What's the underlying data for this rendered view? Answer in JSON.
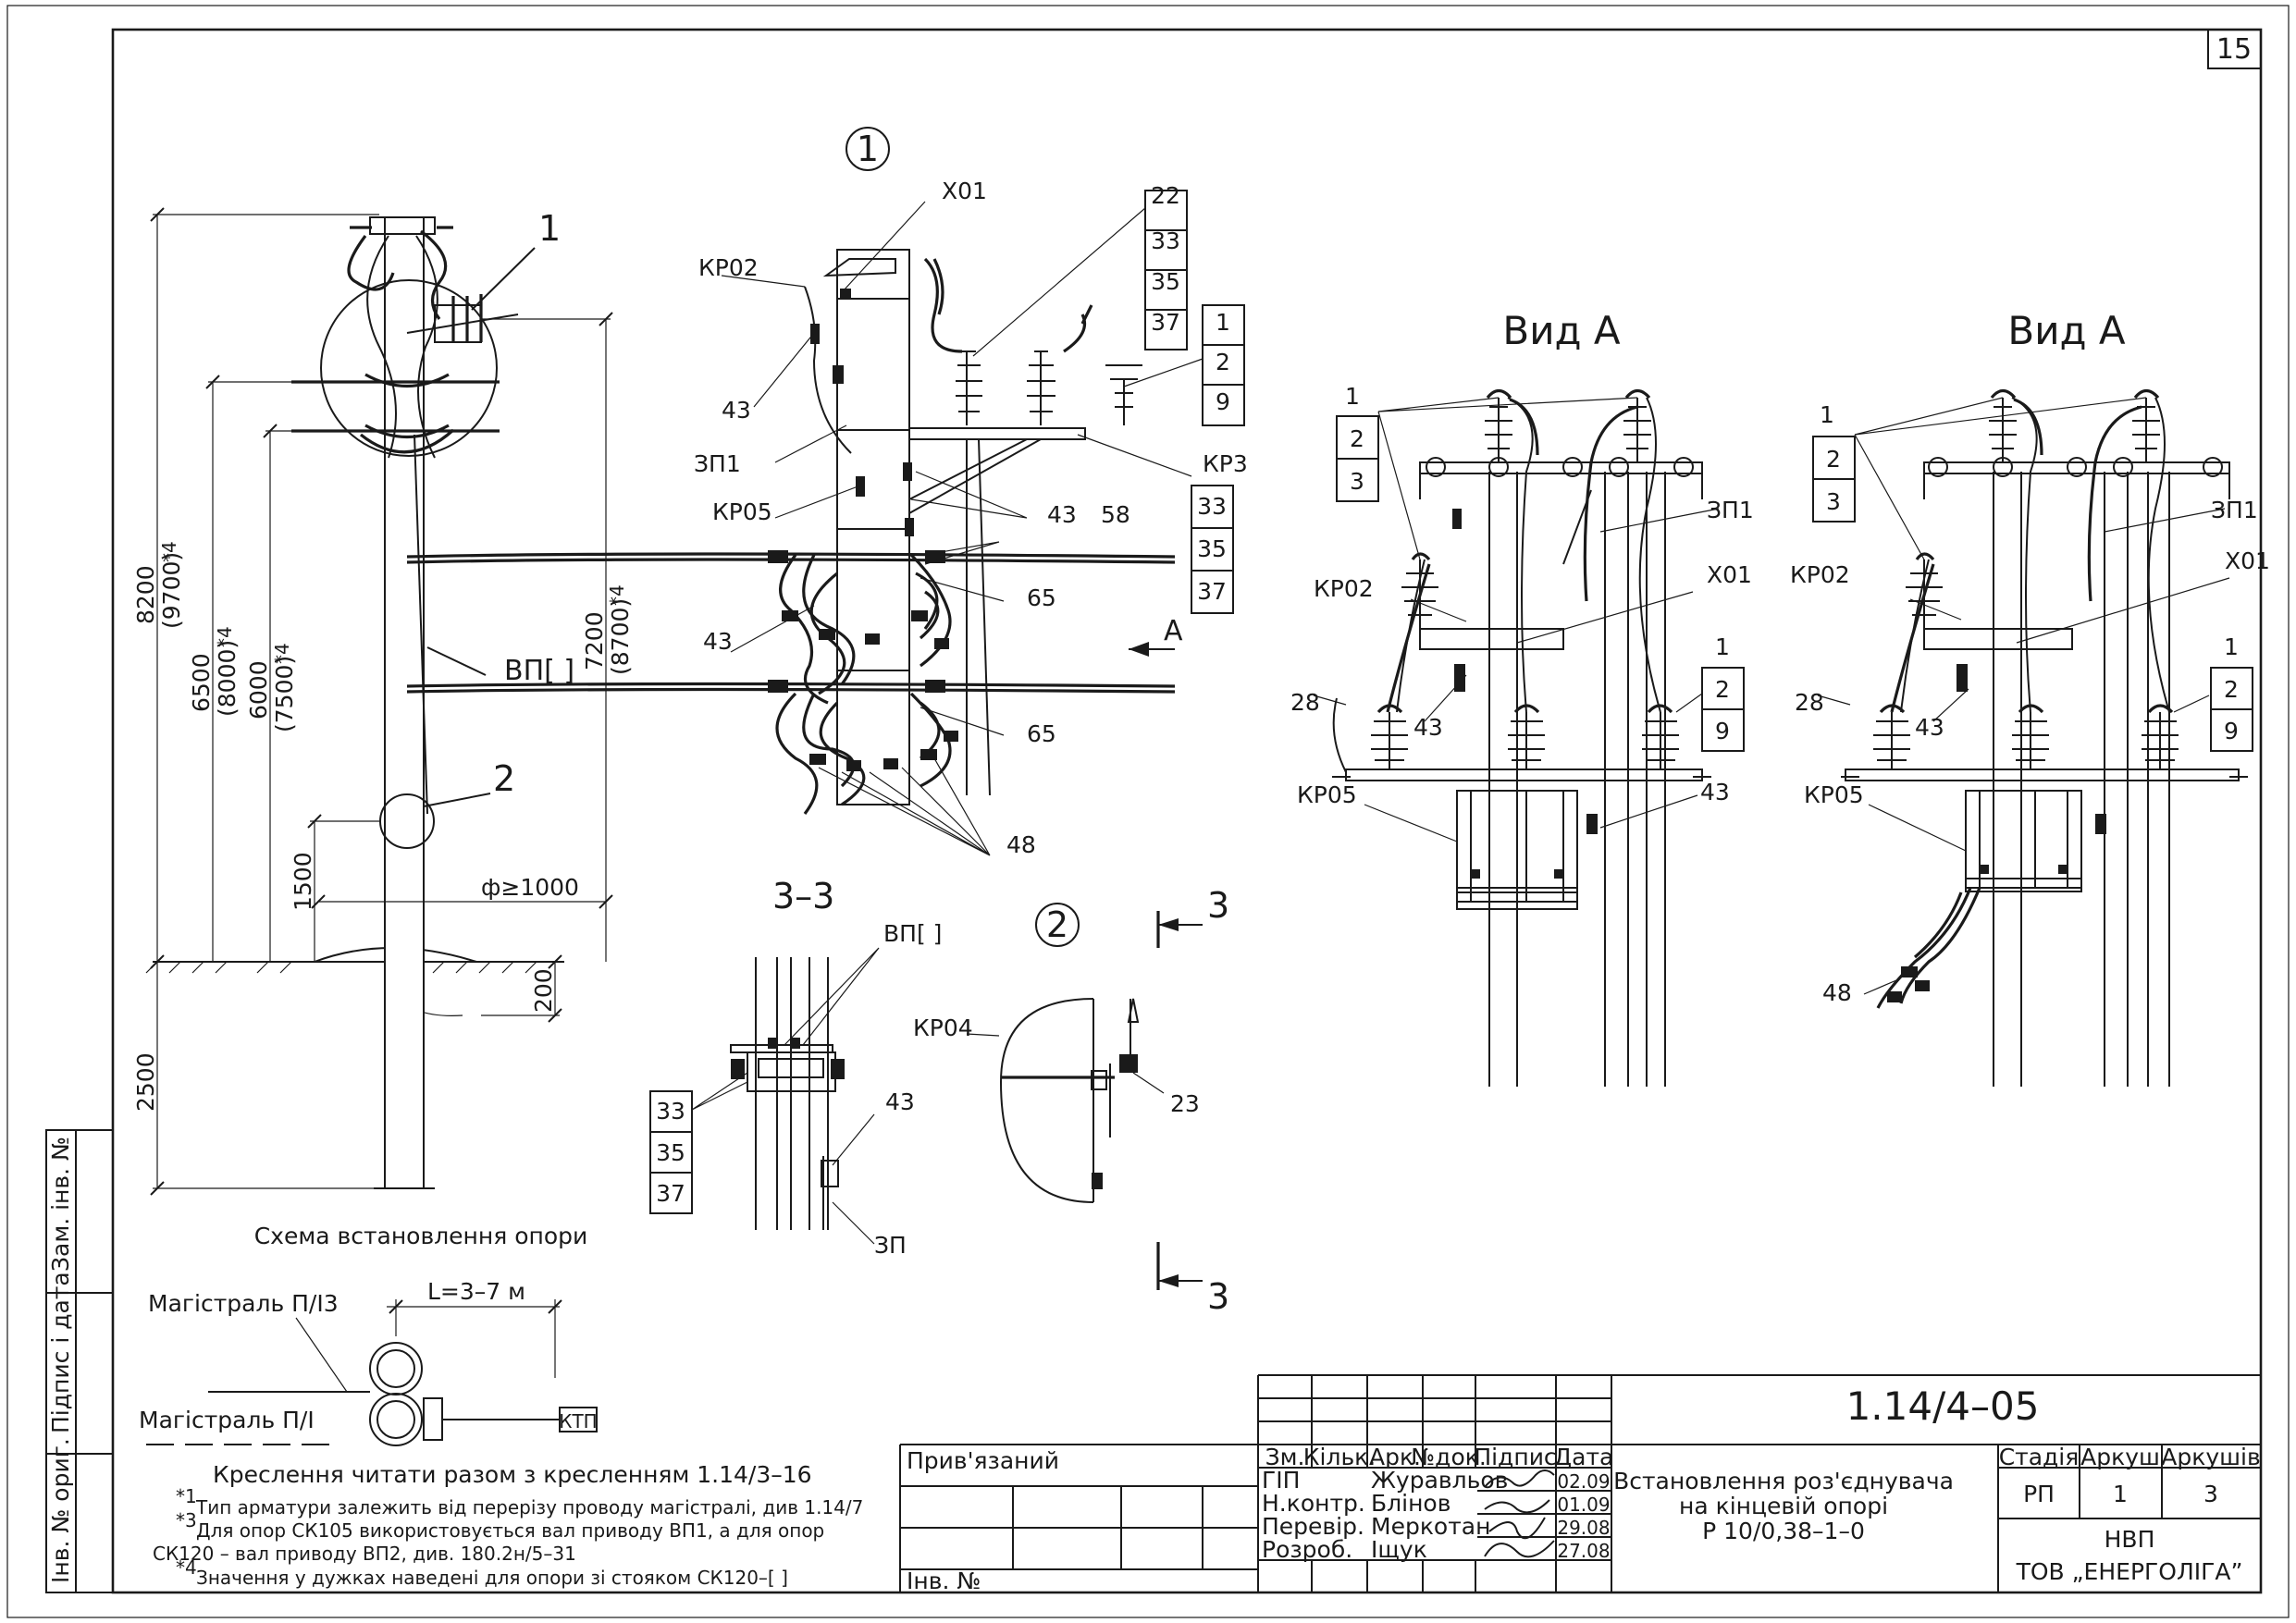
{
  "sheet": {
    "page_number": "15",
    "side_fields": [
      "Інв. № ориг.",
      "Підпис і дата",
      "Зам. інв. №"
    ]
  },
  "scheme": {
    "caption": "Схема встановлення опори",
    "callouts": [
      "1",
      "2"
    ],
    "wire_label": "ВП[  ]",
    "diameter_label": "ф≥1000",
    "dims": {
      "d8200": "8200",
      "d8200_alt": "(9700)",
      "d6500": "6500",
      "d6500_alt": "(8000)",
      "d6000": "6000",
      "d6000_alt": "(7500)",
      "d7200": "7200",
      "d7200_alt": "(8700)",
      "d1500": "1500",
      "d2500": "2500",
      "d200": "200",
      "mark": "*4"
    }
  },
  "detail1": {
    "circle_label": "1",
    "labels": {
      "x01": "Х01",
      "kp02": "КР02",
      "l43a": "43",
      "zp1": "ЗП1",
      "kp05": "КР05",
      "l43b": "43",
      "l43c": "43",
      "l58": "58",
      "l65a": "65",
      "l65b": "65",
      "l48": "48",
      "arrow": "А",
      "kp3": "КР3"
    },
    "stack_top": [
      "22",
      "33",
      "35",
      "37"
    ],
    "stack_right": [
      "1",
      "2",
      "9"
    ],
    "stack_kp3": [
      "33",
      "35",
      "37"
    ]
  },
  "section33": {
    "title": "3–3",
    "vp": "ВП[  ]",
    "stack": [
      "33",
      "35",
      "37"
    ],
    "l43": "43",
    "zp": "ЗП"
  },
  "detail2": {
    "circle_label": "2",
    "kp04": "КР04",
    "l23": "23",
    "cut_mark": "3"
  },
  "viewA1": {
    "title": "Вид А",
    "stack_top": [
      "1",
      "2",
      "3"
    ],
    "zp1": "ЗП1",
    "kp02": "КР02",
    "x01": "Х01",
    "stack_right": [
      "1",
      "2",
      "9"
    ],
    "l28": "28",
    "l43a": "43",
    "kp05": "КР05",
    "l43b": "43"
  },
  "viewA2": {
    "title": "Вид А",
    "stack_top": [
      "1",
      "2",
      "3"
    ],
    "zp1": "ЗП1",
    "kp02": "КР02",
    "x01": "Х01",
    "stack_right": [
      "1",
      "2",
      "9"
    ],
    "l28": "28",
    "l43": "43",
    "kp05": "КР05",
    "l48": "48"
  },
  "mainline": {
    "l3": "Магістраль П/І3",
    "l1": "Магістраль П/І",
    "length": "L=3–7 м",
    "ktp": "КТП"
  },
  "notes": {
    "main": "Креслення читати разом з кресленням 1.14/3–16",
    "n1": "Тип арматури залежить від перерізу проводу магістралі, див 1.14/7",
    "n3a": "Для опор СК105 використовується вал приводу ВП1, а для опор",
    "n3b": "СК120 – вал приводу ВП2, див. 180.2н/5–31",
    "n4": "Значення у дужках наведені для опори зі стояком СК120–[  ]",
    "m1": "*1",
    "m3": "*3",
    "m4": "*4"
  },
  "titleblock": {
    "bound": "Прив'язаний",
    "inv": "Інв. №",
    "code": "1.14/4–05",
    "headers": [
      "Зм.",
      "Кільк.",
      "Арк.",
      "№док.",
      "Підпис",
      "Дата"
    ],
    "rows": [
      {
        "role": "ГІП",
        "name": "Журавльов",
        "date": "02.09"
      },
      {
        "role": "Н.контр.",
        "name": "Блінов",
        "date": "01.09"
      },
      {
        "role": "Перевір.",
        "name": "Меркотан",
        "date": "29.08"
      },
      {
        "role": "Розроб.",
        "name": "Іщук",
        "date": "27.08"
      }
    ],
    "title_l1": "Встановлення роз'єднувача",
    "title_l2": "на кінцевій опорі",
    "title_l3": "Р 10/0,38–1–0",
    "stage_h": "Стадія",
    "sheet_h": "Аркуш",
    "sheets_h": "Аркушів",
    "stage": "РП",
    "sheet": "1",
    "sheets": "3",
    "org1": "НВП",
    "org2": "ТОВ „ЕНЕРГОЛІГА”"
  }
}
